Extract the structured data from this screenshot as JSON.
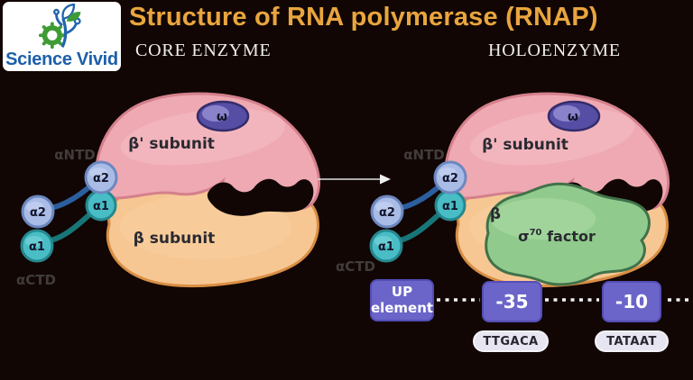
{
  "palette": {
    "background": "#110604",
    "title_orange": "#E9A53E",
    "logo_blue": "#1C5FA9",
    "logo_green": "#3E9B35",
    "beta_prime_pink": "#EFA9B2",
    "beta_orange": "#F7C793",
    "sigma_green": "#90CB8D",
    "omega_purple": "#564DA5",
    "alpha2_blue": "#A9BCE6",
    "alpha1_teal": "#48BDC5",
    "promoter_purple": "#6B65C9",
    "sequence_pill": "#E7E5F1"
  },
  "header": {
    "logo_text": "Science Vivid",
    "title": "Structure of RNA polymerase (RNAP)",
    "core_heading": "CORE ENZYME",
    "holo_heading": "HOLOENZYME"
  },
  "core_enzyme": {
    "beta_prime_label": "β' subunit",
    "beta_label": "β subunit",
    "omega_label": "ω",
    "alpha2_label": "α2",
    "alpha1_label": "α1",
    "antd_label": "αNTD",
    "actd_label": "αCTD"
  },
  "holoenzyme": {
    "beta_prime_label": "β' subunit",
    "beta_label": "β",
    "omega_label": "ω",
    "alpha2_label": "α2",
    "alpha1_label": "α1",
    "antd_label": "αNTD",
    "actd_label": "αCTD",
    "sigma_base": "σ",
    "sigma_sup": "70",
    "sigma_rest": " factor"
  },
  "promoter": {
    "up_element_label": "UP element",
    "minus35_label": "-35",
    "minus35_sequence": "TTGACA",
    "minus10_label": "-10",
    "minus10_sequence": "TATAAT"
  }
}
